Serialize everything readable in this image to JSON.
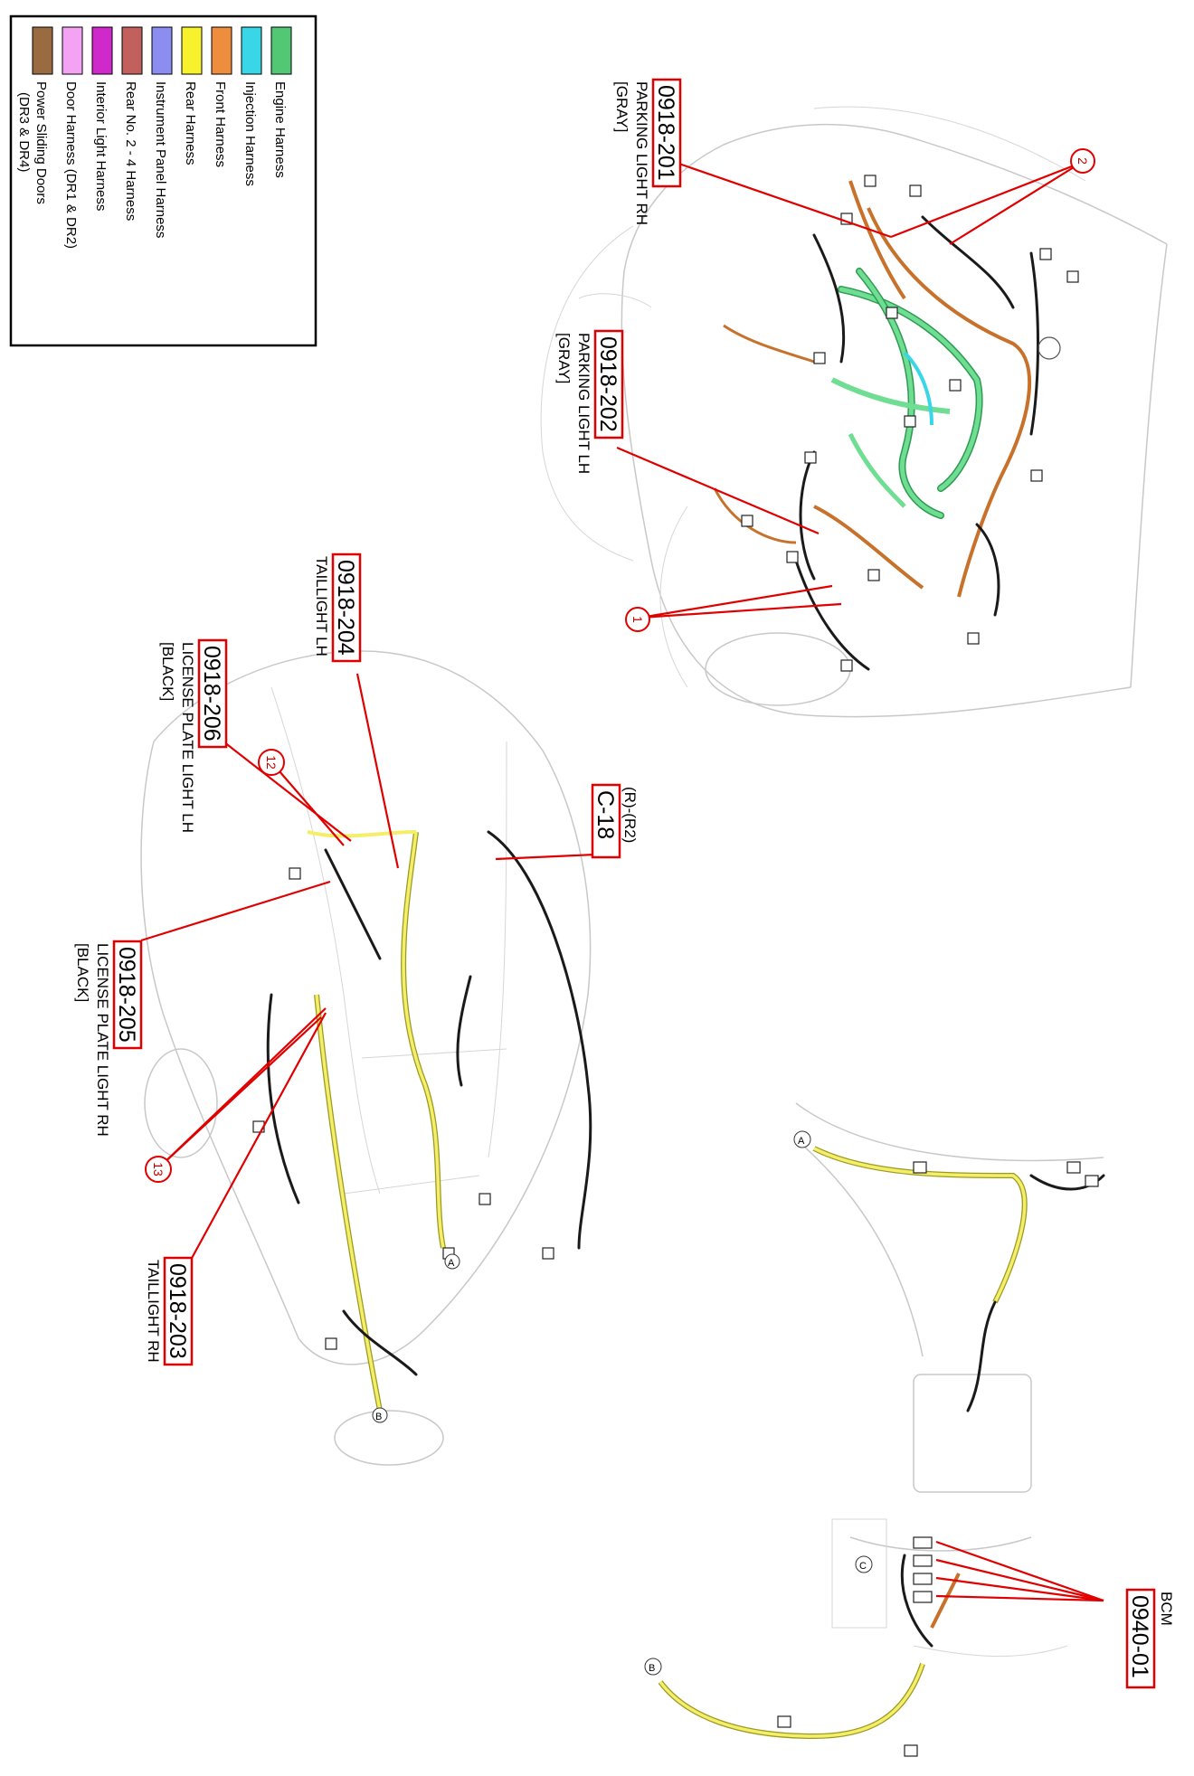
{
  "legend": {
    "items": [
      {
        "label": "Engine Harness",
        "color": "#52c774"
      },
      {
        "label": "Injection Harness",
        "color": "#38d6e6"
      },
      {
        "label": "Front Harness",
        "color": "#ef8d3f"
      },
      {
        "label": "Rear Harness",
        "color": "#f8f22e"
      },
      {
        "label": "Instrument Panel Harness",
        "color": "#8b8df0"
      },
      {
        "label": "Rear No. 2 - 4 Harness",
        "color": "#c2605e"
      },
      {
        "label": "Interior Light Harness",
        "color": "#cf29cc"
      },
      {
        "label": "Door Harness (DR1 & DR2)",
        "color": "#f4a3f4"
      },
      {
        "label": "Power Sliding Doors",
        "label2": "(DR3 & DR4)",
        "color": "#9a6a41"
      }
    ]
  },
  "connectors": {
    "parking_rh": {
      "code": "0918-201",
      "line1": "PARKING LIGHT RH",
      "line2": "[GRAY]"
    },
    "parking_lh": {
      "code": "0918-202",
      "line1": "PARKING LIGHT LH",
      "line2": "[GRAY]"
    },
    "taillight_lh": {
      "code": "0918-204",
      "line1": "TAILLIGHT LH"
    },
    "license_lh": {
      "code": "0918-206",
      "line1": "LICENSE PLATE LIGHT LH",
      "line2": "[BLACK]"
    },
    "c18": {
      "code": "C-18",
      "line1": "(R)-(R2)"
    },
    "license_rh": {
      "code": "0918-205",
      "line1": "LICENSE PLATE LIGHT RH",
      "line2": "[BLACK]"
    },
    "taillight_rh": {
      "code": "0918-203",
      "line1": "TAILLIGHT RH"
    },
    "bcm": {
      "code": "0940-01",
      "line1": "BCM"
    }
  },
  "callouts": {
    "c1": "1",
    "c2": "2",
    "c12": "12",
    "c13": "13"
  },
  "markers": {
    "a": "A",
    "b": "B",
    "c": "C"
  }
}
